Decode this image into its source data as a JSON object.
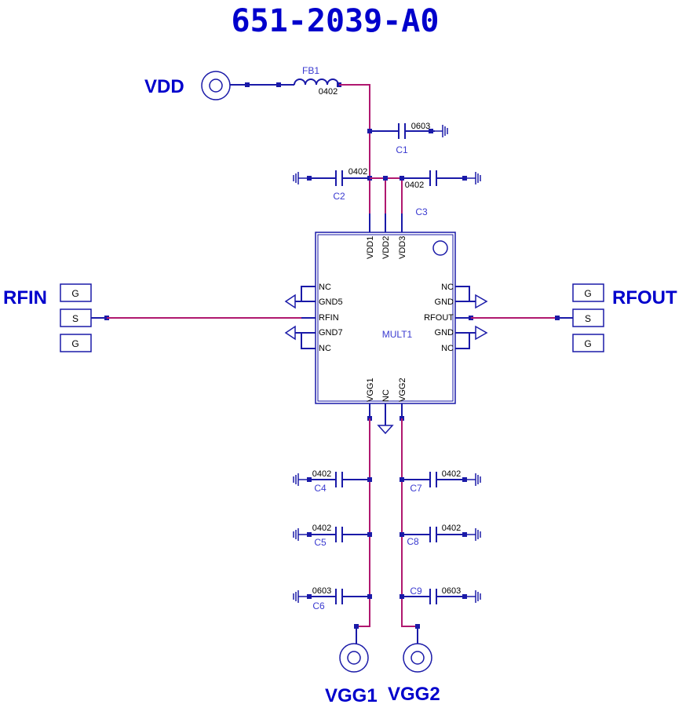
{
  "title": "651-2039-A0",
  "ports": {
    "vdd": "VDD",
    "rfin": "RFIN",
    "rfout": "RFOUT",
    "vgg1": "VGG1",
    "vgg2": "VGG2"
  },
  "ferrite": {
    "ref": "FB1",
    "package": "0402"
  },
  "capacitors": {
    "c1": {
      "ref": "C1",
      "package": "0603"
    },
    "c2": {
      "ref": "C2",
      "package": "0402"
    },
    "c3": {
      "ref": "C3",
      "package": "0402"
    },
    "c4": {
      "ref": "C4",
      "package": "0402"
    },
    "c5": {
      "ref": "C5",
      "package": "0402"
    },
    "c6": {
      "ref": "C6",
      "package": "0603"
    },
    "c7": {
      "ref": "C7",
      "package": "0402"
    },
    "c8": {
      "ref": "C8",
      "package": "0402"
    },
    "c9": {
      "ref": "C9",
      "package": "0603"
    }
  },
  "ic": {
    "ref": "MULT1",
    "top_pins": [
      "VDD1",
      "VDD2",
      "VDD3"
    ],
    "bottom_pins": [
      "VGG1",
      "NC",
      "VGG2"
    ],
    "left_pins": [
      "NC",
      "GND5",
      "RFIN",
      "GND7",
      "NC"
    ],
    "right_pins": [
      "NC",
      "GND",
      "RFOUT",
      "GND",
      "NC"
    ]
  },
  "gsg": {
    "left": [
      "G",
      "S",
      "G"
    ],
    "right": [
      "G",
      "S",
      "G"
    ]
  },
  "colors": {
    "title": "#0000cc",
    "wire": "#b0186f",
    "component": "#1a1aa8"
  }
}
